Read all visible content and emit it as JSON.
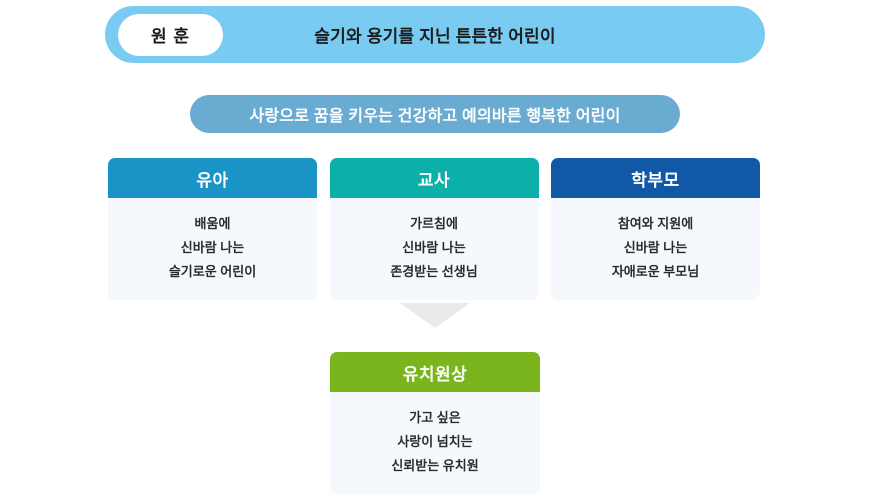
{
  "motto_banner": {
    "pill_label": "원 훈",
    "text": "슬기와 용기를 지닌 튼튼한 어린이",
    "bg_color": "#79cbf2",
    "pill_bg_color": "#ffffff"
  },
  "goal_banner": {
    "text": "사랑으로 꿈을 키우는 건강하고 예의바른 행복한 어린이",
    "bg_color": "#6aabd2",
    "text_color": "#ffffff"
  },
  "columns": [
    {
      "header": "유아",
      "header_color": "#1a94c7",
      "lines": [
        "배움에",
        "신바람 나는",
        "슬기로운 어린이"
      ]
    },
    {
      "header": "교사",
      "header_color": "#0cb0a8",
      "lines": [
        "가르침에",
        "신바람 나는",
        "존경받는 선생님"
      ]
    },
    {
      "header": "학부모",
      "header_color": "#1159a6",
      "lines": [
        "참여와 지원에",
        "신바람 나는",
        "자애로운 부모님"
      ]
    }
  ],
  "arrow": {
    "icon": "chevron-down-icon",
    "color": "#eaeaea"
  },
  "vision_box": {
    "header": "유치원상",
    "header_color": "#7ab51d",
    "lines": [
      "가고 싶은",
      "사랑이 넘치는",
      "신뢰받는 유치원"
    ]
  },
  "body_bg_color": "#f5f9fd"
}
